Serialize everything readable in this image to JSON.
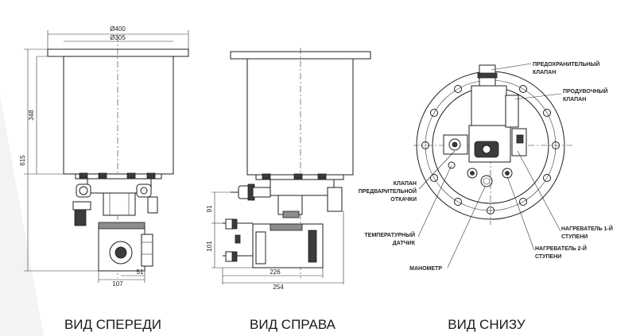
{
  "captions": {
    "front": "ВИД СПЕРЕДИ",
    "right": "ВИД СПРАВА",
    "bottom": "ВИД СНИЗУ"
  },
  "dimensions": {
    "d400": "Ø400",
    "d305": "Ø305",
    "h348": "348",
    "h615": "615",
    "w51": "51",
    "w107": "107",
    "v91": "91",
    "v101": "101",
    "w226": "226",
    "w254": "254"
  },
  "callouts": {
    "safety_valve_1": "ПРЕДОХРАНИТЕЛЬНЫЙ",
    "safety_valve_2": "КЛАПАН",
    "purge_valve_1": "ПРОДУВОЧНЫЙ",
    "purge_valve_2": "КЛАПАН",
    "pre_valve_1": "КЛАПАН",
    "pre_valve_2": "ПРЕДВАРИТЕЛЬНОЙ",
    "pre_valve_3": "ОТКАЧКИ",
    "temp_sensor_1": "ТЕМПЕРАТУРНЫЙ",
    "temp_sensor_2": "ДАТЧИК",
    "manometer": "МАНОМЕТР",
    "heater1_1": "НАГРЕВАТЕЛЬ 1-Й",
    "heater1_2": "СТУПЕНИ",
    "heater2_1": "НАГРЕВАТЕЛЬ 2-Й",
    "heater2_2": "СТУПЕНИ"
  },
  "colors": {
    "line": "#1e1e1e",
    "background": "#ffffff",
    "watermark": "#f3f3f3"
  }
}
